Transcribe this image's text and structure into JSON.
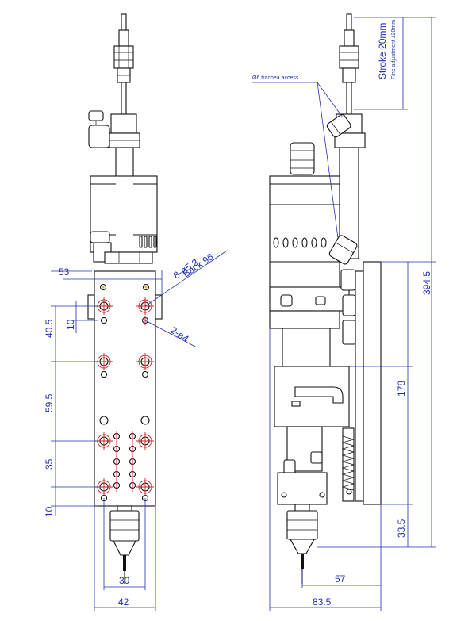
{
  "colors": {
    "outline": "#111111",
    "dimension": "#2230b0",
    "centerline": "#d02020"
  },
  "dimensions": {
    "top_offset": "53",
    "spacing_1": "40.5",
    "small_offset": "10",
    "spacing_2": "59.5",
    "spacing_3": "35",
    "bottom_offset": "10",
    "inner_width": "30",
    "front_width": "42",
    "total_height": "394.5",
    "body_height": "178",
    "tip_height": "33.5",
    "side_offset": "57",
    "side_width": "83.5"
  },
  "callouts": {
    "holes_primary": "8-ø5.2",
    "holes_primary_depth": "Back 96",
    "holes_secondary": "2-ø4",
    "stroke": "Stroke 20mm",
    "fine_adjust": "Fine adjustment ±20mm",
    "air_access": "Ø6 trachea access"
  }
}
